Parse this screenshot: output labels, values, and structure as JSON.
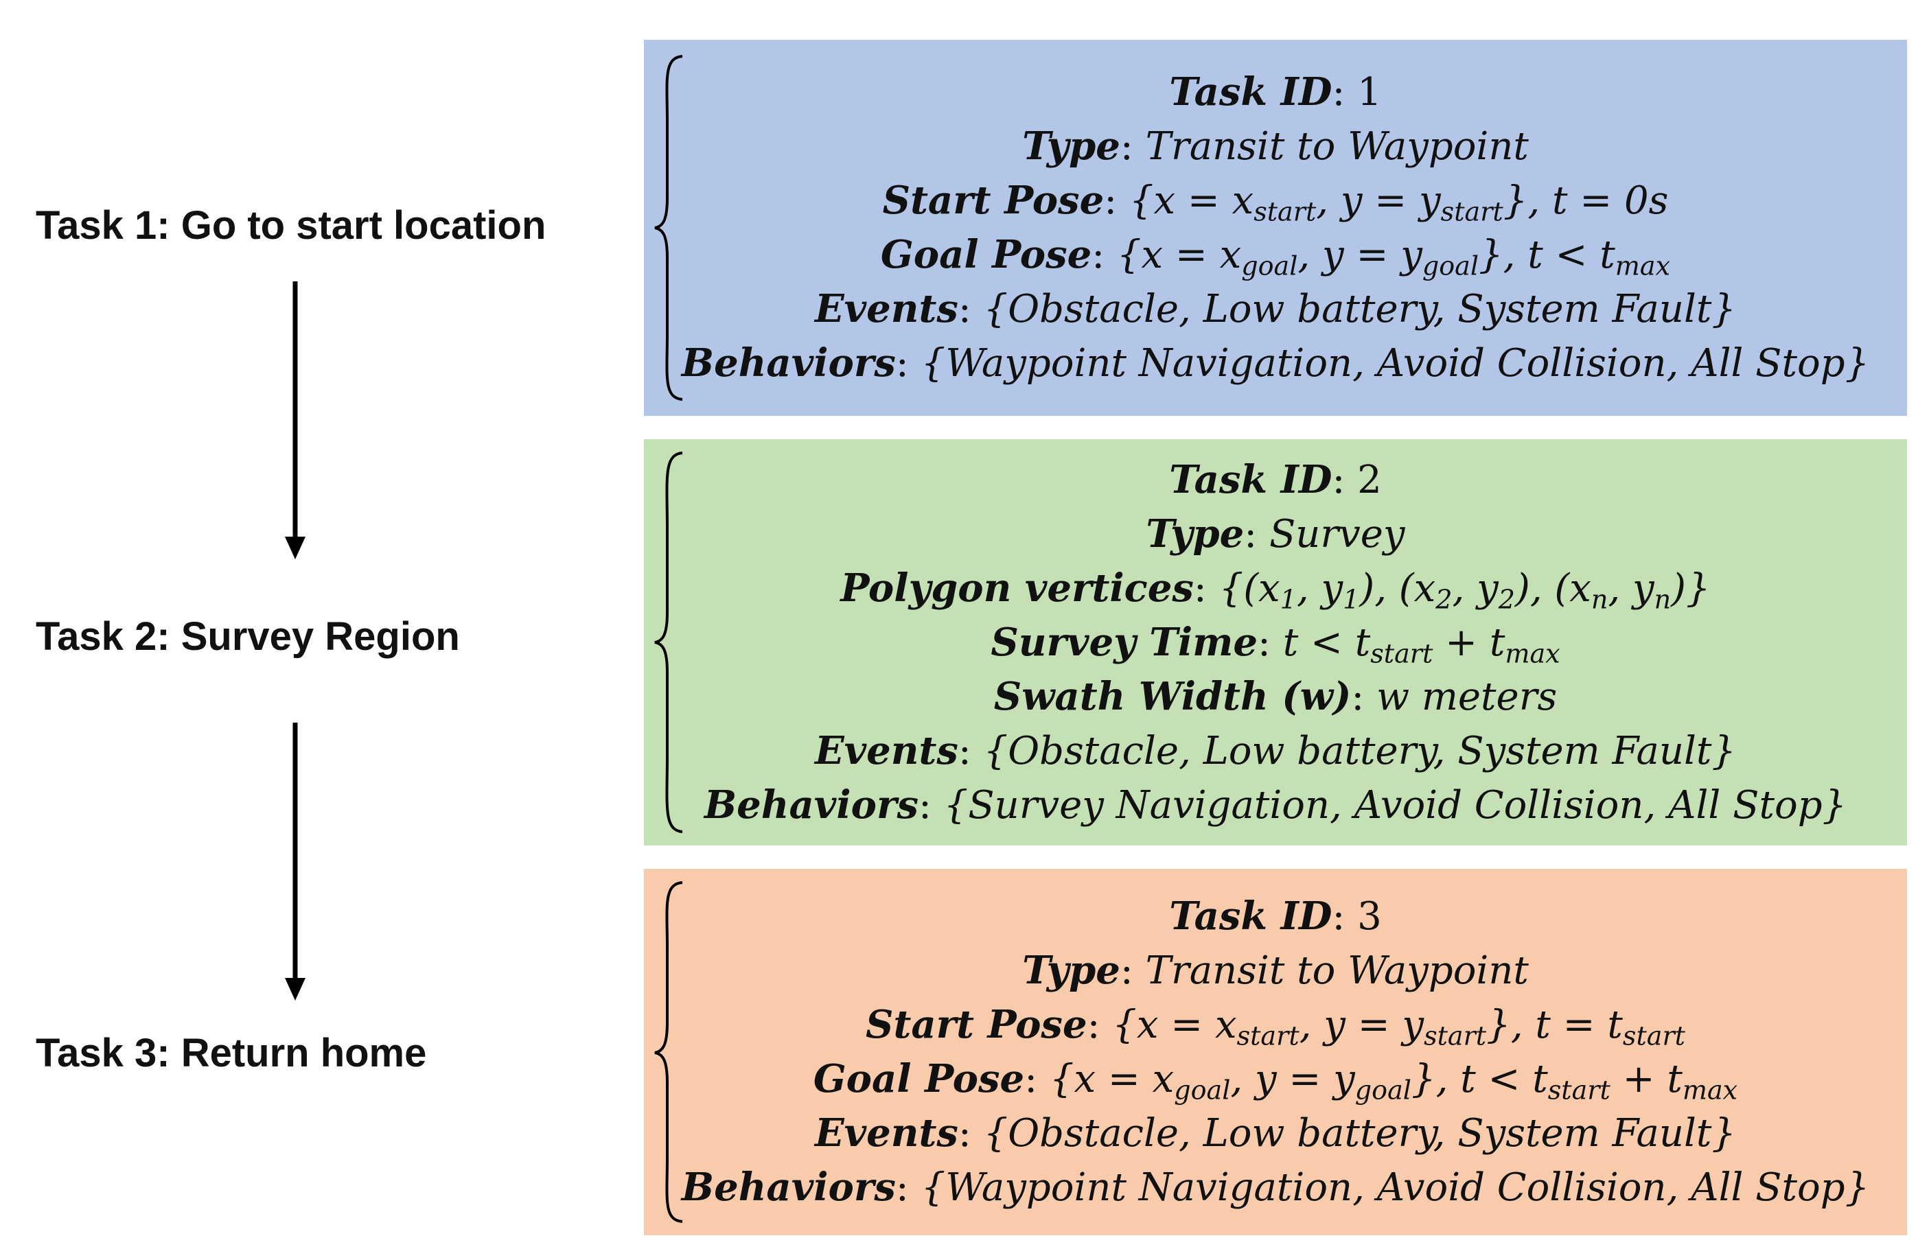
{
  "tasks": [
    {
      "label_key": "Task 1",
      "label_value": "Go to start location",
      "color": "#b4c6e7",
      "lines": [
        {
          "key": "Task ID",
          "sep": ": ",
          "value": "1"
        },
        {
          "key": "Type",
          "sep": ": ",
          "value": "Transit to Waypoint"
        },
        {
          "key": "Start Pose",
          "sep": ": ",
          "value": "{x = x_start, y = y_start}, t = 0s"
        },
        {
          "key": "Goal Pose",
          "sep": ": ",
          "value": "{x = x_goal, y = y_goal}, t < t_max"
        },
        {
          "key": "Events",
          "sep": ": ",
          "value": "{Obstacle, Low battery, System Fault}"
        },
        {
          "key": "Behaviors",
          "sep": ": ",
          "value": "{Waypoint Navigation, Avoid Collision, All Stop}"
        }
      ]
    },
    {
      "label_key": "Task 2",
      "label_value": "Survey Region",
      "color": "#c5e0b4",
      "lines": [
        {
          "key": "Task ID",
          "sep": ": ",
          "value": "2"
        },
        {
          "key": "Type",
          "sep": ": ",
          "value": "Survey"
        },
        {
          "key": "Polygon vertices",
          "sep": ": ",
          "value": "{(x1, y1), (x2, y2), (xn, yn)}"
        },
        {
          "key": "Survey Time",
          "sep": ": ",
          "value": "t < t_start + t_max"
        },
        {
          "key": "Swath Width (w)",
          "sep": ": ",
          "value": "w meters"
        },
        {
          "key": "Events",
          "sep": ": ",
          "value": "{Obstacle, Low battery, System Fault}"
        },
        {
          "key": "Behaviors",
          "sep": ": ",
          "value": "{Survey Navigation, Avoid Collision, All Stop}"
        }
      ]
    },
    {
      "label_key": "Task 3",
      "label_value": "Return home",
      "color": "#f8cbad",
      "lines": [
        {
          "key": "Task ID",
          "sep": ": ",
          "value": "3"
        },
        {
          "key": "Type",
          "sep": ": ",
          "value": "Transit to Waypoint"
        },
        {
          "key": "Start Pose",
          "sep": ": ",
          "value": "{x = x_start, y = y_start}, t = t_start"
        },
        {
          "key": "Goal Pose",
          "sep": ": ",
          "value": "{x = x_goal, y = y_goal}, t < t_start + t_max"
        },
        {
          "key": "Events",
          "sep": ": ",
          "value": "{Obstacle, Low battery, System Fault}"
        },
        {
          "key": "Behaviors",
          "sep": ": ",
          "value": "{Waypoint Navigation, Avoid Collision, All Stop}"
        }
      ]
    }
  ]
}
